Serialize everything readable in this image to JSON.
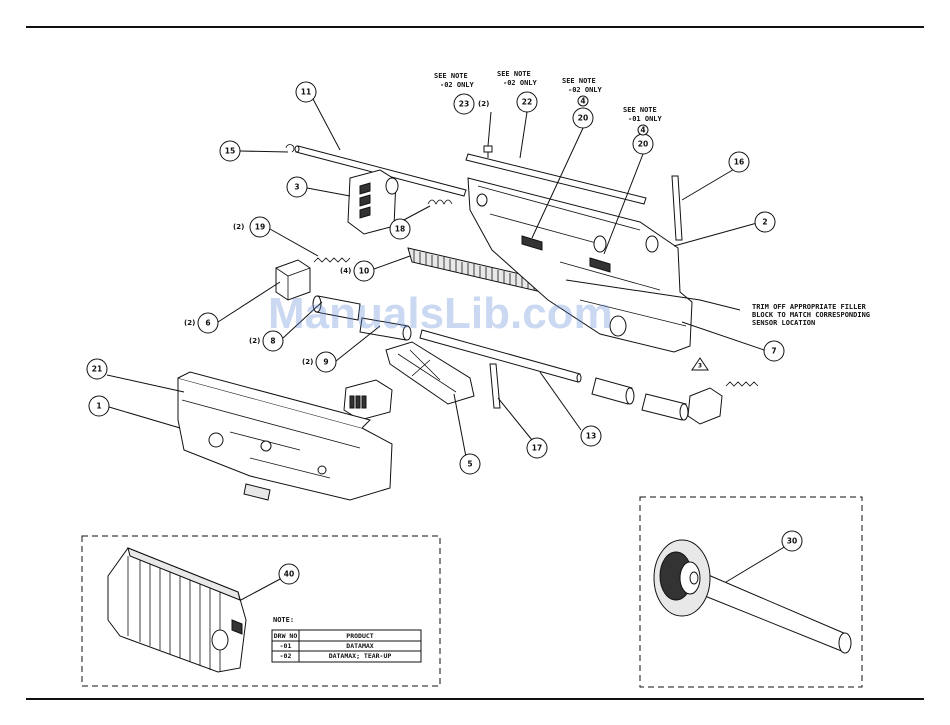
{
  "callouts": [
    {
      "id": "11",
      "qty": ""
    },
    {
      "id": "15",
      "qty": ""
    },
    {
      "id": "3",
      "qty": ""
    },
    {
      "id": "19",
      "qty": "(2)"
    },
    {
      "id": "18",
      "qty": ""
    },
    {
      "id": "10",
      "qty": "(4)"
    },
    {
      "id": "6",
      "qty": "(2)"
    },
    {
      "id": "8",
      "qty": "(2)"
    },
    {
      "id": "9",
      "qty": "(2)"
    },
    {
      "id": "23",
      "qty": "(2)"
    },
    {
      "id": "22",
      "qty": ""
    },
    {
      "id": "20",
      "qty": ""
    },
    {
      "id": "20",
      "qty": ""
    },
    {
      "id": "16",
      "qty": ""
    },
    {
      "id": "2",
      "qty": ""
    },
    {
      "id": "7",
      "qty": ""
    },
    {
      "id": "21",
      "qty": ""
    },
    {
      "id": "1",
      "qty": ""
    },
    {
      "id": "5",
      "qty": ""
    },
    {
      "id": "17",
      "qty": ""
    },
    {
      "id": "13",
      "qty": ""
    },
    {
      "id": "40",
      "qty": ""
    },
    {
      "id": "30",
      "qty": ""
    }
  ],
  "notes": {
    "n23": [
      "SEE NOTE",
      "-02 ONLY"
    ],
    "n22": [
      "SEE NOTE",
      "-02 ONLY"
    ],
    "n20a": [
      "SEE NOTE",
      "-02 ONLY"
    ],
    "n20b": [
      "SEE NOTE",
      "-01 ONLY"
    ],
    "count_a": "4",
    "count_b": "4",
    "trim": [
      "TRIM OFF APPROPRIATE FILLER",
      "BLOCK TO MATCH CORRESPONDING",
      "SENSOR LOCATION"
    ],
    "triangle": "3"
  },
  "note_table": {
    "title": "NOTE:",
    "headers": [
      "DRW NO",
      "PRODUCT"
    ],
    "rows": [
      [
        "-01",
        "DATAMAX"
      ],
      [
        "-02",
        "DATAMAX; TEAR-UP"
      ]
    ]
  },
  "watermark": "ManualsLib.com"
}
